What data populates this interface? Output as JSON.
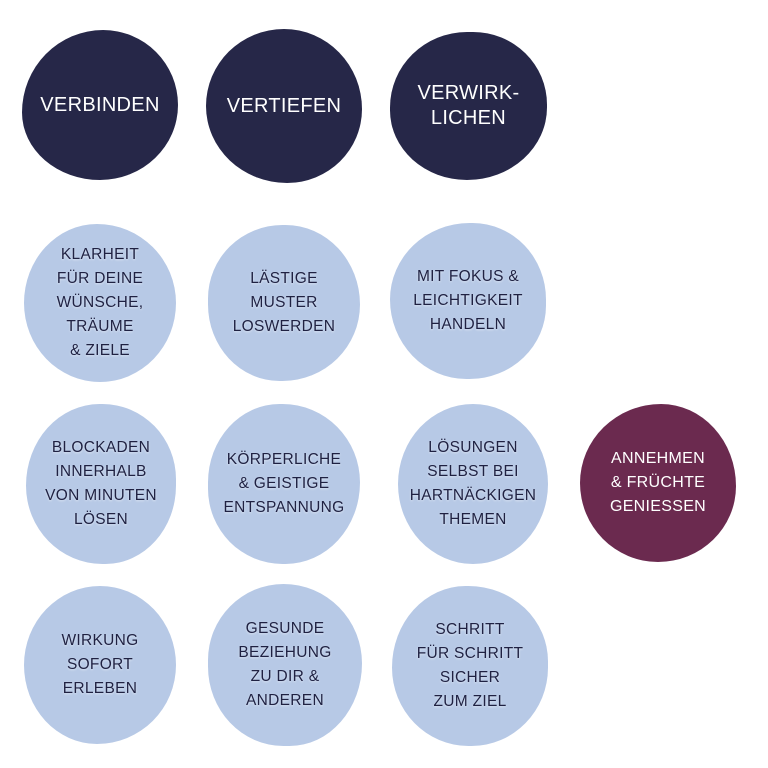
{
  "headers": {
    "verbinden": "VERBINDEN",
    "vertiefen": "VERTIEFEN",
    "verwirklichen": "VERWIRK-\nLICHEN"
  },
  "verbinden_items": {
    "klarheit": "KLARHEIT\nFÜR DEINE\nWÜNSCHE,\nTRÄUME\n& ZIELE",
    "blockaden": "BLOCKADEN\nINNERHALB\nVON MINUTEN\nLÖSEN",
    "wirkung": "WIRKUNG\nSOFORT\nERLEBEN"
  },
  "vertiefen_items": {
    "laestige": "LÄSTIGE\nMUSTER\nLOSWERDEN",
    "koerper": "KÖRPERLICHE\n& GEISTIGE\nENTSPANNUNG",
    "gesunde": "GESUNDE\nBEZIEHUNG\nZU DIR &\nANDEREN"
  },
  "verwirklichen_items": {
    "fokus": "MIT FOKUS &\nLEICHTIGKEIT\nHANDELN",
    "loesungen": "LÖSUNGEN\nSELBST BEI\nHARTNÄCKIGEN\nTHEMEN",
    "schritt": "SCHRITT\nFÜR SCHRITT\nSICHER\nZUM ZIEL"
  },
  "outcome": {
    "annehmen": "ANNEHMEN\n& FRÜCHTE\nGENIESSEN"
  },
  "colors": {
    "header_circle": "#262748",
    "item_circle": "#b7c9e6",
    "item_text": "#1f2142",
    "accent_circle": "#6b2a4f",
    "background": "#ffffff"
  }
}
